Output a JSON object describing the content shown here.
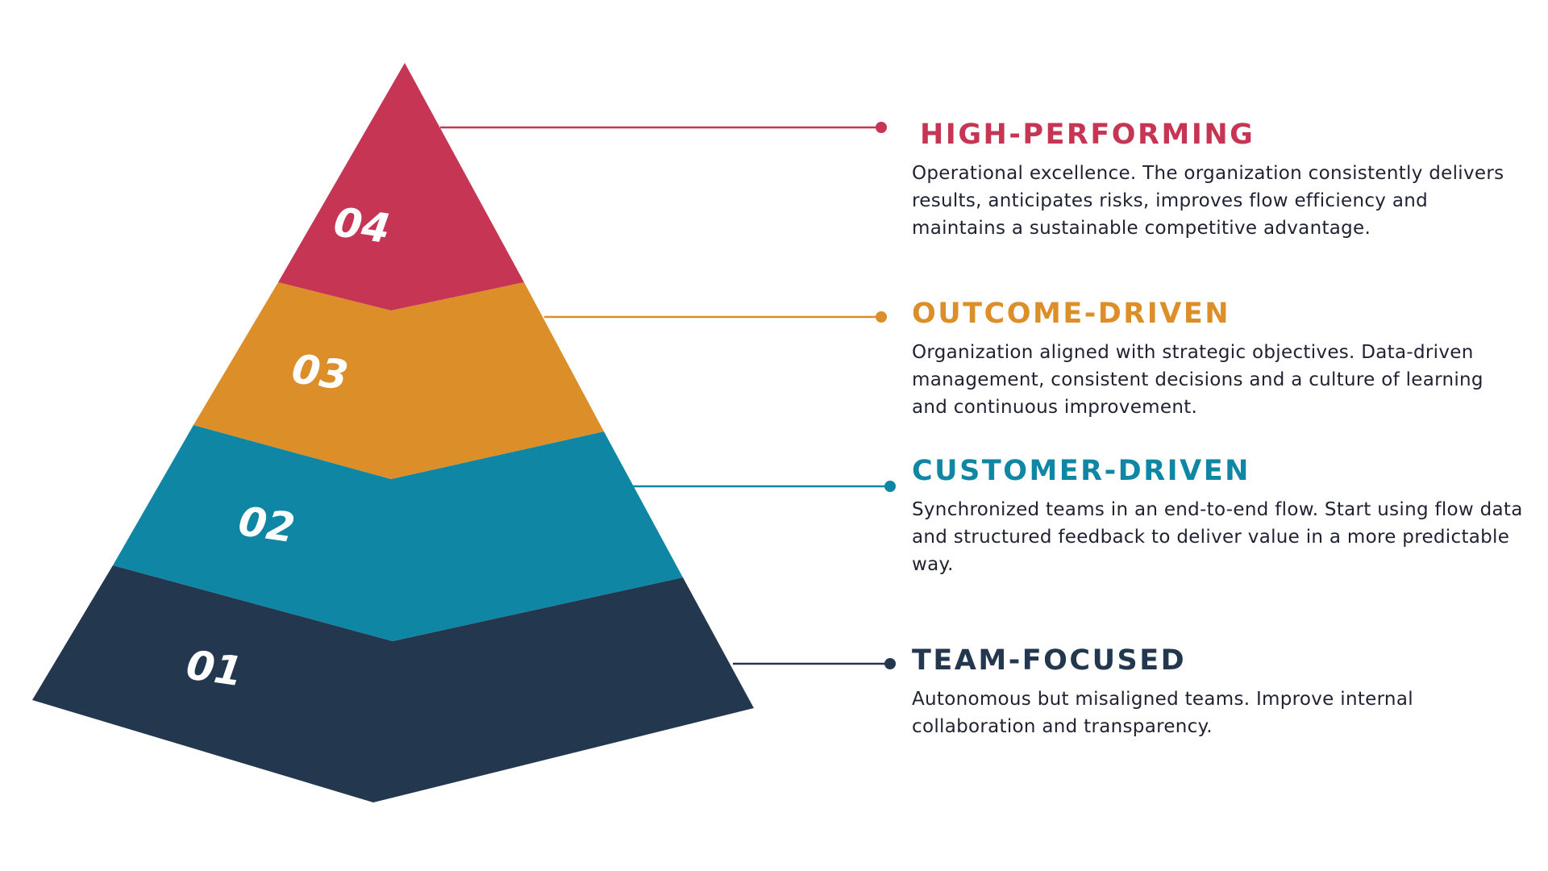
{
  "levels": [
    {
      "number": "01",
      "title": "TEAM-FOCUSED",
      "description": "Autonomous but misaligned teams. Improve internal collaboration and transparency.",
      "color": "#23374f"
    },
    {
      "number": "02",
      "title": "CUSTOMER-DRIVEN",
      "description": "Synchronized teams in an end-to-end flow. Start using flow data and structured feedback to deliver value in a more predictable way.",
      "color": "#0f87a4"
    },
    {
      "number": "03",
      "title": "OUTCOME-DRIVEN",
      "description": "Organization aligned with strategic objectives. Data-driven management, consistent decisions and a culture of learning and continuous improvement.",
      "color": "#dc8e29"
    },
    {
      "number": "04",
      "title": "HIGH-PERFORMING",
      "description": "Operational excellence. The organization consistently delivers results, anticipates risks, improves flow efficiency and maintains a sustainable competitive advantage.",
      "color": "#c73555"
    }
  ]
}
